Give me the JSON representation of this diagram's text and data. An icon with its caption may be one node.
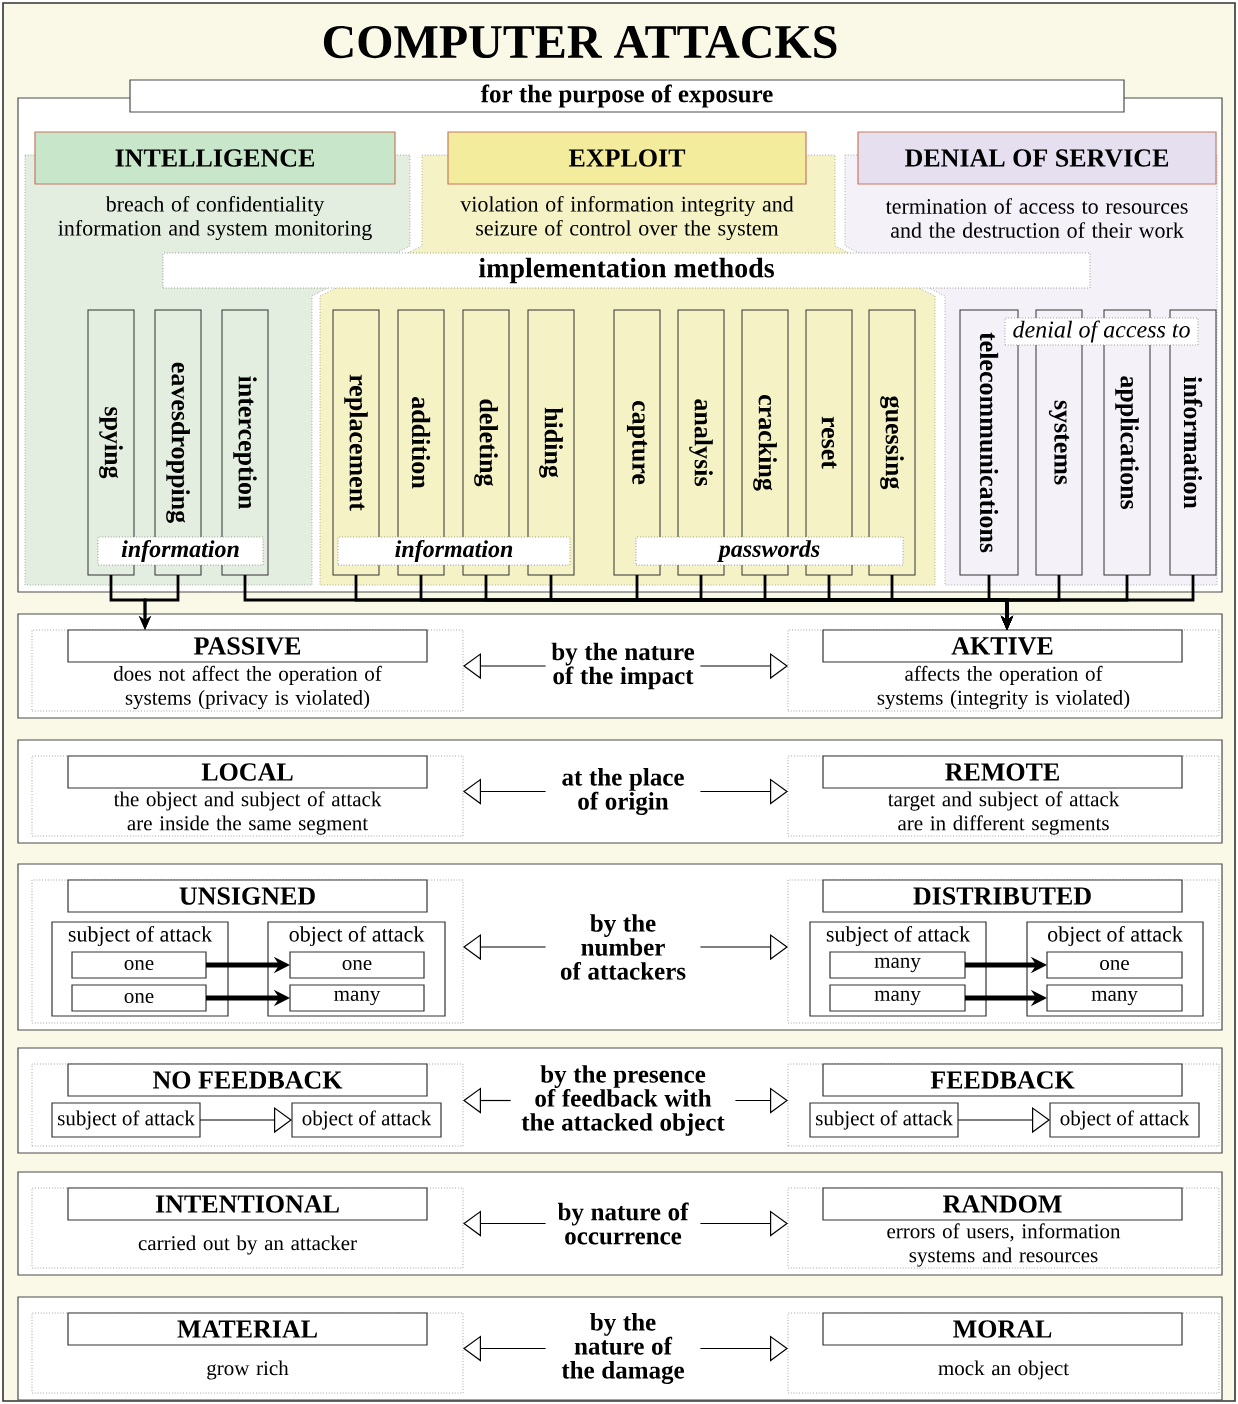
{
  "diagram": {
    "title": "COMPUTER ATTACKS",
    "nodes": [
      {
        "text": [
          "for the purpose of exposure"
        ]
      },
      {
        "text": [
          "INTELLIGENCE",
          "breach of confidentiality information and system monitoring"
        ],
        "in": 0
      },
      {
        "text": [
          "EXPLOIT",
          "violation of information integrity and seizure of control over the system"
        ],
        "in": 0
      },
      {
        "text": [
          "DENIAL OF SERVICE",
          "termination of access to resources and the destruction of their work"
        ],
        "in": 0
      },
      {
        "text": [
          "implementation methods"
        ],
        "in": 0
      },
      {
        "text": [
          "spying"
        ],
        "in": 1
      },
      {
        "text": [
          "eavesdropping"
        ],
        "in": 1
      },
      {
        "text": [
          "interception"
        ],
        "in": 1
      },
      {
        "text": [
          "information"
        ],
        "in": 1
      },
      {
        "text": [
          "replacement"
        ],
        "in": 2
      },
      {
        "text": [
          "addition"
        ],
        "in": 2
      },
      {
        "text": [
          "deleting"
        ],
        "in": 2
      },
      {
        "text": [
          "hiding"
        ],
        "in": 2
      },
      {
        "text": [
          "capture"
        ],
        "in": 2
      },
      {
        "text": [
          "analysis"
        ],
        "in": 2
      },
      {
        "text": [
          "cracking"
        ],
        "in": 2
      },
      {
        "text": [
          "reset"
        ],
        "in": 2
      },
      {
        "text": [
          "guessing"
        ],
        "in": 2
      },
      {
        "text": [
          "information"
        ],
        "in": 2
      },
      {
        "text": [
          "passwords"
        ],
        "in": 2
      },
      {
        "text": [
          "denial of access to"
        ],
        "in": 3
      },
      {
        "text": [
          "telecommunications"
        ],
        "in": 3
      },
      {
        "text": [
          "systems"
        ],
        "in": 3
      },
      {
        "text": [
          "applications"
        ],
        "in": 3
      },
      {
        "text": [
          "information"
        ],
        "in": 3
      },
      {
        "text": [],
        "shape": "box"
      },
      {
        "text": [
          "by the nature of the impact"
        ],
        "in": 25
      },
      {
        "text": [
          "PASSIVE",
          "does not affect the operation of systems (privacy is violated)"
        ],
        "in": 25
      },
      {
        "text": [
          "AKTIVE",
          "affects the operation of systems (integrity is violated)"
        ],
        "in": 25
      },
      {
        "text": [],
        "shape": "box"
      },
      {
        "text": [
          "at the place of origin"
        ],
        "in": 29
      },
      {
        "text": [
          "LOCAL",
          "the object and subject of attack are inside the same segment"
        ],
        "in": 29
      },
      {
        "text": [
          "REMOTE",
          "target and subject of attack are in different segments"
        ],
        "in": 29
      },
      {
        "text": [],
        "shape": "box"
      },
      {
        "text": [
          "by the number of attackers"
        ],
        "in": 33
      },
      {
        "text": [
          "UNSIGNED"
        ],
        "in": 33
      },
      {
        "text": [
          "subject of attack"
        ],
        "in": 35
      },
      {
        "text": [
          "one"
        ],
        "in": 36
      },
      {
        "text": [
          "one"
        ],
        "in": 36
      },
      {
        "text": [
          "object of attack"
        ],
        "in": 35
      },
      {
        "text": [
          "one"
        ],
        "in": 39
      },
      {
        "text": [
          "many"
        ],
        "in": 39
      },
      {
        "text": [
          "DISTRIBUTED"
        ],
        "in": 33
      },
      {
        "text": [
          "subject of attack"
        ],
        "in": 42
      },
      {
        "text": [
          "many"
        ],
        "in": 43
      },
      {
        "text": [
          "many"
        ],
        "in": 43
      },
      {
        "text": [
          "object of attack"
        ],
        "in": 42
      },
      {
        "text": [
          "one"
        ],
        "in": 46
      },
      {
        "text": [
          "many"
        ],
        "in": 46
      },
      {
        "text": [],
        "shape": "box"
      },
      {
        "text": [
          "by the presence of feedback with the attacked object"
        ],
        "in": 49
      },
      {
        "text": [
          "NO FEEDBACK"
        ],
        "in": 49
      },
      {
        "text": [
          "subject of attack"
        ],
        "in": 51
      },
      {
        "text": [
          "object of attack"
        ],
        "in": 51
      },
      {
        "text": [
          "FEEDBACK"
        ],
        "in": 49
      },
      {
        "text": [
          "subject of attack"
        ],
        "in": 54
      },
      {
        "text": [
          "object of attack"
        ],
        "in": 54
      },
      {
        "text": [],
        "shape": "box"
      },
      {
        "text": [
          "by nature of occurrence"
        ],
        "in": 57
      },
      {
        "text": [
          "INTENTIONAL",
          "carried out by an attacker"
        ],
        "in": 57
      },
      {
        "text": [
          "RANDOM",
          "errors of users, information systems and resources"
        ],
        "in": 57
      },
      {
        "text": [],
        "shape": "box"
      },
      {
        "text": [
          "by the nature of the damage"
        ],
        "in": 61
      },
      {
        "text": [
          "MATERIAL",
          "grow rich"
        ],
        "in": 61
      },
      {
        "text": [
          "MORAL",
          "mock an object"
        ],
        "in": 61
      }
    ],
    "edges": [
      {
        "from": 5,
        "to": 27,
        "arrow": "to"
      },
      {
        "from": 6,
        "to": 27,
        "arrow": "to"
      },
      {
        "from": 7,
        "to": 28,
        "arrow": "to"
      },
      {
        "from": 9,
        "to": 28,
        "arrow": "to"
      },
      {
        "from": 10,
        "to": 28,
        "arrow": "to"
      },
      {
        "from": 11,
        "to": 28,
        "arrow": "to"
      },
      {
        "from": 12,
        "to": 28,
        "arrow": "to"
      },
      {
        "from": 13,
        "to": 28,
        "arrow": "to"
      },
      {
        "from": 14,
        "to": 28,
        "arrow": "to"
      },
      {
        "from": 15,
        "to": 28,
        "arrow": "to"
      },
      {
        "from": 16,
        "to": 28,
        "arrow": "to"
      },
      {
        "from": 17,
        "to": 28,
        "arrow": "to"
      },
      {
        "from": 21,
        "to": 28,
        "arrow": "to"
      },
      {
        "from": 22,
        "to": 28,
        "arrow": "to"
      },
      {
        "from": 23,
        "to": 28,
        "arrow": "to"
      },
      {
        "from": 24,
        "to": 28,
        "arrow": "to"
      },
      {
        "from": 26,
        "to": 27,
        "arrow": "to"
      },
      {
        "from": 26,
        "to": 28,
        "arrow": "to"
      },
      {
        "from": 30,
        "to": 31,
        "arrow": "to"
      },
      {
        "from": 30,
        "to": 32,
        "arrow": "to"
      },
      {
        "from": 34,
        "to": 35,
        "arrow": "to"
      },
      {
        "from": 34,
        "to": 42,
        "arrow": "to"
      },
      {
        "from": 50,
        "to": 51,
        "arrow": "to"
      },
      {
        "from": 50,
        "to": 54,
        "arrow": "to"
      },
      {
        "from": 58,
        "to": 59,
        "arrow": "to"
      },
      {
        "from": 58,
        "to": 60,
        "arrow": "to"
      },
      {
        "from": 62,
        "to": 63,
        "arrow": "to"
      },
      {
        "from": 62,
        "to": 64,
        "arrow": "to"
      },
      {
        "from": 37,
        "to": 40,
        "arrow": "to",
        "style": "thick"
      },
      {
        "from": 38,
        "to": 41,
        "arrow": "to",
        "style": "thick"
      },
      {
        "from": 44,
        "to": 47,
        "arrow": "to",
        "style": "thick"
      },
      {
        "from": 45,
        "to": 48,
        "arrow": "to",
        "style": "thick"
      },
      {
        "from": 52,
        "to": 53,
        "arrow": "to"
      },
      {
        "from": 55,
        "to": 56,
        "arrow": "to"
      }
    ]
  }
}
